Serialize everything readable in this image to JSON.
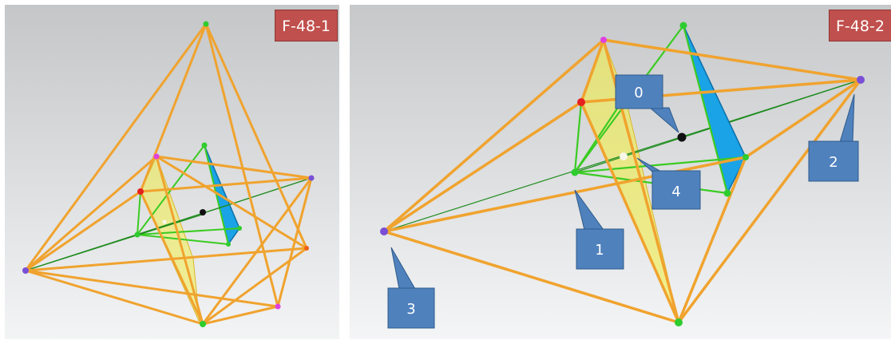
{
  "figures": [
    {
      "label": "F-48-1"
    },
    {
      "label": "F-48-2"
    }
  ],
  "callouts": [
    "0",
    "1",
    "2",
    "3",
    "4"
  ],
  "colors": {
    "frame": "#f0a32e",
    "inner": "#3acb22",
    "axis": "#1f8c1f",
    "yellow_face": "#f2ee4a",
    "blue_face": "#1aa3e6",
    "callout": "#4f81bd",
    "label_bg": "#c0504d"
  }
}
